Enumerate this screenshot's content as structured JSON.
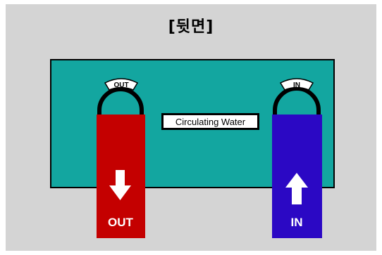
{
  "title": "[뒷면]",
  "center_label": "Circulating Water",
  "outlet": {
    "tag": "OUT",
    "label": "OUT",
    "color": "#c40000",
    "direction": "down-arrow-icon"
  },
  "inlet": {
    "tag": "IN",
    "label": "IN",
    "color": "#2b08c4",
    "direction": "up-arrow-icon"
  },
  "colors": {
    "panel_bg": "#d4d4d4",
    "unit_body": "#13a6a0",
    "pipe_loop": "#000000"
  }
}
